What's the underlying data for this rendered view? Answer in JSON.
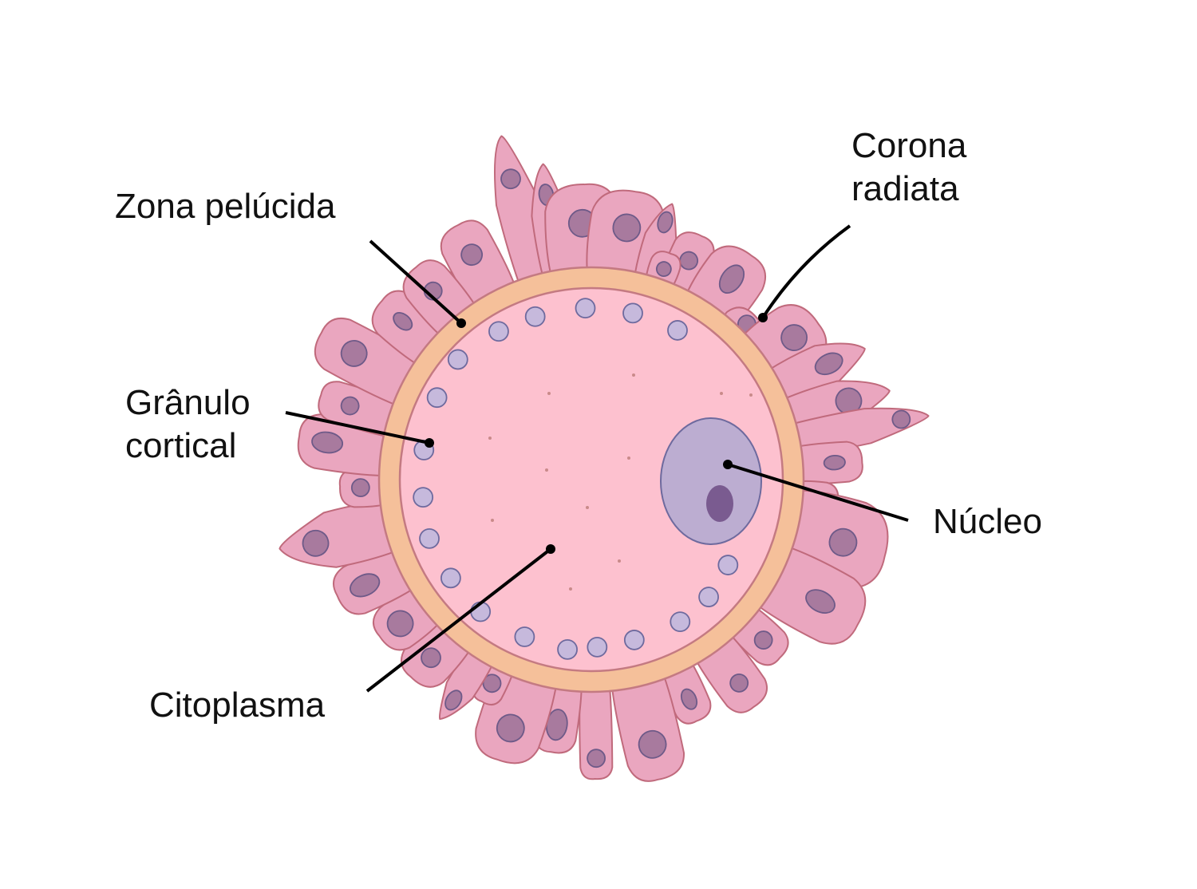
{
  "labels": {
    "zona_pelucida": "Zona pelúcida",
    "corona_radiata_line1": "Corona",
    "corona_radiata_line2": "radiata",
    "granulo_cortical_line1": "Grânulo",
    "granulo_cortical_line2": "cortical",
    "nucleo": "Núcleo",
    "citoplasma": "Citoplasma"
  },
  "colors": {
    "cell_fill": "#eaa6bf",
    "cell_stroke": "#c06a7c",
    "cell_nucleus_fill": "#a87a9e",
    "cell_nucleus_stroke": "#6e5a88",
    "zona_fill": "#f5c09a",
    "zona_stroke": "#c47a82",
    "cytoplasm_fill": "#fdc1cf",
    "granule_fill": "#c6b9dc",
    "granule_stroke": "#6e6a9e",
    "nucleus_fill": "#bcadd1",
    "nucleolus_fill": "#7a5b90",
    "speck": "#c98a8a"
  }
}
